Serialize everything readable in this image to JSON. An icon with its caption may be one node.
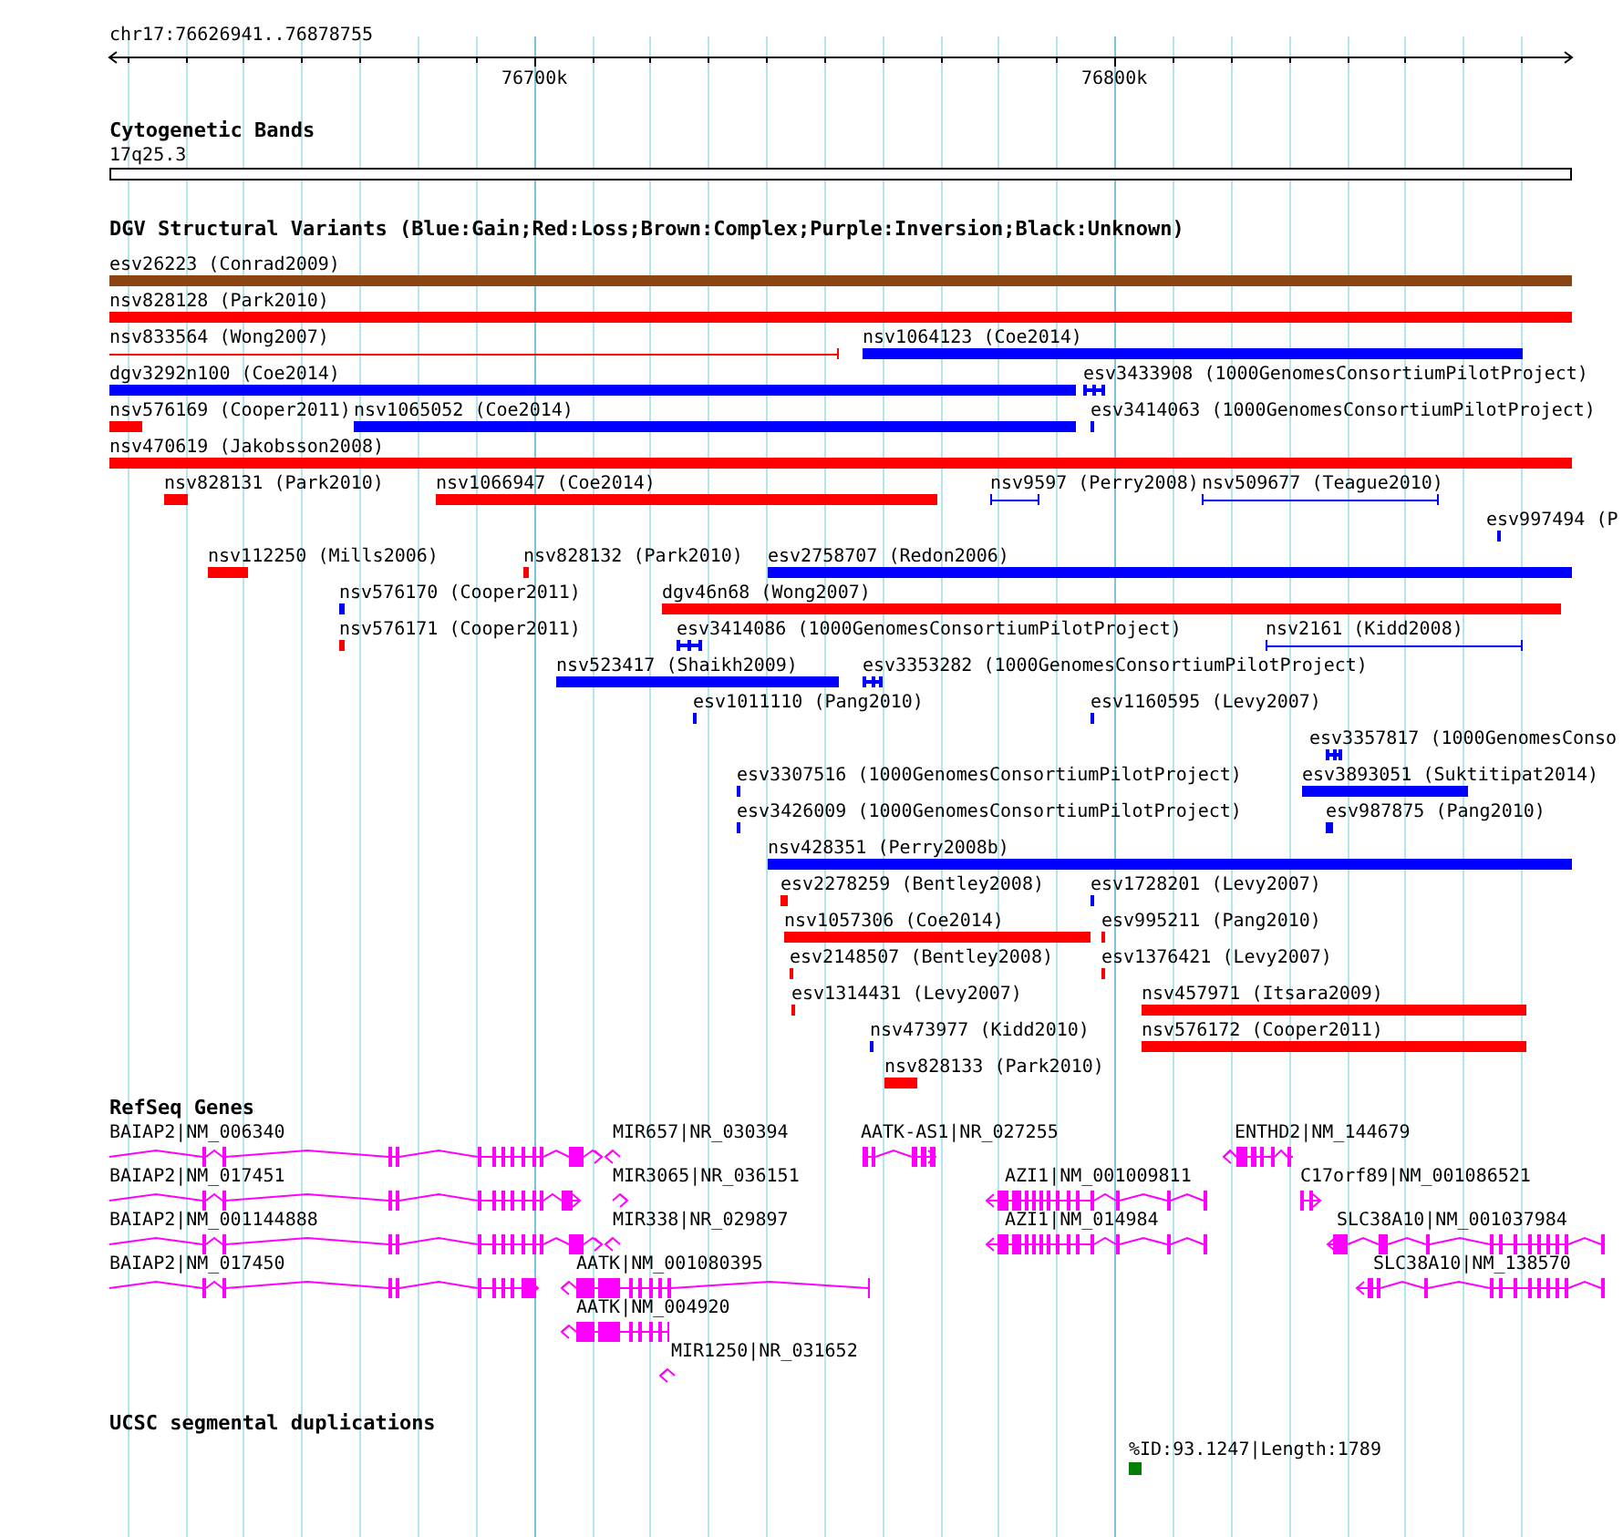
{
  "diagram": {
    "nodes": [
      {
        "text": [
          "Cytogenetic Bands"
        ]
      },
      {
        "text": [
          "17q25.3"
        ],
        "in": 0
      },
      {
        "text": [
          "DGV Structural Variants (Blue:Gain;Red:Loss;Brown:Complex;Purple:Inversion;Black:Unknown)"
        ]
      },
      {
        "text": [
          "esv26223 (Conrad2009)"
        ],
        "in": 2
      },
      {
        "text": [
          "nsv828128 (Park2010)"
        ],
        "in": 2
      },
      {
        "text": [
          "nsv833564 (Wong2007)"
        ],
        "in": 2
      },
      {
        "text": [
          "nsv1064123 (Coe2014)"
        ],
        "in": 2
      },
      {
        "text": [
          "dgv3292n100 (Coe2014)"
        ],
        "in": 2
      },
      {
        "text": [
          "esv3433908 (1000GenomesConsortiumPilotProject)"
        ],
        "in": 2
      },
      {
        "text": [
          "nsv576169 (Cooper2011)"
        ],
        "in": 2
      },
      {
        "text": [
          "nsv1065052 (Coe2014)"
        ],
        "in": 2
      },
      {
        "text": [
          "esv3414063 (1000GenomesConsortiumPilotProject)"
        ],
        "in": 2
      },
      {
        "text": [
          "nsv470619 (Jakobsson2008)"
        ],
        "in": 2
      },
      {
        "text": [
          "nsv828131 (Park2010)"
        ],
        "in": 2
      },
      {
        "text": [
          "nsv1066947 (Coe2014)"
        ],
        "in": 2
      },
      {
        "text": [
          "nsv9597 (Perry2008)"
        ],
        "in": 2
      },
      {
        "text": [
          "nsv509677 (Teague2010)"
        ],
        "in": 2
      },
      {
        "text": [
          "esv997494 (P"
        ],
        "in": 2
      },
      {
        "text": [
          "nsv112250 (Mills2006)"
        ],
        "in": 2
      },
      {
        "text": [
          "nsv828132 (Park2010)"
        ],
        "in": 2
      },
      {
        "text": [
          "esv2758707 (Redon2006)"
        ],
        "in": 2
      },
      {
        "text": [
          "nsv576170 (Cooper2011)"
        ],
        "in": 2
      },
      {
        "text": [
          "dgv46n68 (Wong2007)"
        ],
        "in": 2
      },
      {
        "text": [
          "nsv576171 (Cooper2011)"
        ],
        "in": 2
      },
      {
        "text": [
          "esv3414086 (1000GenomesConsortiumPilotProject)"
        ],
        "in": 2
      },
      {
        "text": [
          "nsv2161 (Kidd2008)"
        ],
        "in": 2
      },
      {
        "text": [
          "nsv523417 (Shaikh2009)"
        ],
        "in": 2
      },
      {
        "text": [
          "esv3353282 (1000GenomesConsortiumPilotProject)"
        ],
        "in": 2
      },
      {
        "text": [
          "esv1011110 (Pang2010)"
        ],
        "in": 2
      },
      {
        "text": [
          "esv1160595 (Levy2007)"
        ],
        "in": 2
      },
      {
        "text": [
          "esv3357817 (1000GenomesConso"
        ],
        "in": 2
      },
      {
        "text": [
          "esv3307516 (1000GenomesConsortiumPilotProject)"
        ],
        "in": 2
      },
      {
        "text": [
          "esv3893051 (Suktitipat2014)"
        ],
        "in": 2
      },
      {
        "text": [
          "esv3426009 (1000GenomesConsortiumPilotProject)"
        ],
        "in": 2
      },
      {
        "text": [
          "esv987875 (Pang2010)"
        ],
        "in": 2
      },
      {
        "text": [
          "nsv428351 (Perry2008b)"
        ],
        "in": 2
      },
      {
        "text": [
          "esv2278259 (Bentley2008)"
        ],
        "in": 2
      },
      {
        "text": [
          "esv1728201 (Levy2007)"
        ],
        "in": 2
      },
      {
        "text": [
          "nsv1057306 (Coe2014)"
        ],
        "in": 2
      },
      {
        "text": [
          "esv995211 (Pang2010)"
        ],
        "in": 2
      },
      {
        "text": [
          "esv2148507 (Bentley2008)"
        ],
        "in": 2
      },
      {
        "text": [
          "esv1376421 (Levy2007)"
        ],
        "in": 2
      },
      {
        "text": [
          "esv1314431 (Levy2007)"
        ],
        "in": 2
      },
      {
        "text": [
          "nsv457971 (Itsara2009)"
        ],
        "in": 2
      },
      {
        "text": [
          "nsv473977 (Kidd2010)"
        ],
        "in": 2
      },
      {
        "text": [
          "nsv576172 (Cooper2011)"
        ],
        "in": 2
      },
      {
        "text": [
          "nsv828133 (Park2010)"
        ],
        "in": 2
      },
      {
        "text": [
          "RefSeq Genes"
        ]
      },
      {
        "text": [
          "BAIAP2|NM_006340"
        ],
        "in": 47
      },
      {
        "text": [
          "MIR657|NR_030394"
        ],
        "in": 47
      },
      {
        "text": [
          "AATK-AS1|NR_027255"
        ],
        "in": 47
      },
      {
        "text": [
          "ENTHD2|NM_144679"
        ],
        "in": 47
      },
      {
        "text": [
          "BAIAP2|NM_017451"
        ],
        "in": 47
      },
      {
        "text": [
          "MIR3065|NR_036151"
        ],
        "in": 47
      },
      {
        "text": [
          "AZI1|NM_001009811"
        ],
        "in": 47
      },
      {
        "text": [
          "C17orf89|NM_001086521"
        ],
        "in": 47
      },
      {
        "text": [
          "BAIAP2|NM_001144888"
        ],
        "in": 47
      },
      {
        "text": [
          "MIR338|NR_029897"
        ],
        "in": 47
      },
      {
        "text": [
          "AZI1|NM_014984"
        ],
        "in": 47
      },
      {
        "text": [
          "SLC38A10|NM_001037984"
        ],
        "in": 47
      },
      {
        "text": [
          "BAIAP2|NM_017450"
        ],
        "in": 47
      },
      {
        "text": [
          "AATK|NM_001080395"
        ],
        "in": 47
      },
      {
        "text": [
          "SLC38A10|NM_138570"
        ],
        "in": 47
      },
      {
        "text": [
          "AATK|NM_004920"
        ],
        "in": 47
      },
      {
        "text": [
          "MIR1250|NR_031652"
        ],
        "in": 47
      },
      {
        "text": [
          "UCSC segmental duplications"
        ]
      },
      {
        "text": [
          "%ID:93.1247|Length:1789"
        ],
        "in": 65
      }
    ],
    "labels": [
      "chr17:76626941..76878755",
      "76700k",
      "76800k"
    ]
  }
}
